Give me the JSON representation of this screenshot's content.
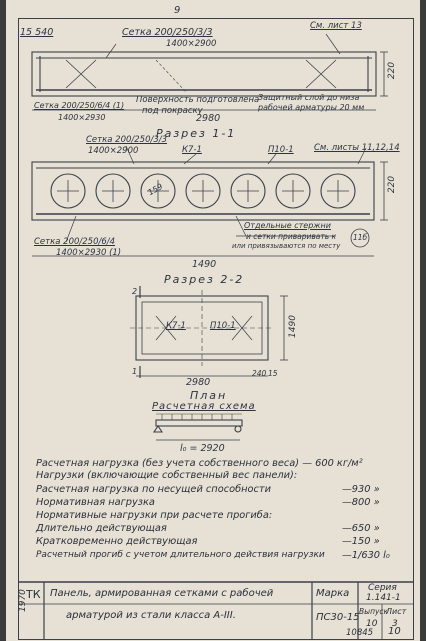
{
  "page_number": "9",
  "section1": {
    "dim_left": "15 540",
    "mesh_top": "Сетка 200/250/3/3",
    "mesh_top_size": "1400×2900",
    "see_sheet": "См. лист 13",
    "mesh_bottom": "Сетка 200/250/6/4 (1)",
    "mesh_bottom_size": "1400×2930",
    "surface_note_1": "Поверхность подготовлена",
    "surface_note_2": "под покраску",
    "cover_note_1": "Защитный слой до низа",
    "cover_note_2": "рабочей арматуры 20 мм",
    "width": "2980",
    "height": "220",
    "title": "Разрез 1-1"
  },
  "section2": {
    "mesh_top": "Сетка 200/250/3/3",
    "mesh_top_size": "1400×2900",
    "frame_k7": "К7-1",
    "loop_p10": "П10-1",
    "see_sheets": "См. листы 11,12,14",
    "void_dia": "159",
    "rod_note_1": "Отдельные стержни",
    "rod_note_2": "и сетки приваривать к",
    "rod_note_3": "или привязываются по месту",
    "rod_note_num": "11б",
    "mesh_bottom": "Сетка 200/250/6/4",
    "mesh_bottom_size": "1400×2930 (1)",
    "width": "1490",
    "height": "220",
    "title": "Разрез 2-2"
  },
  "plan": {
    "mark_2": "2",
    "mark_1": "1",
    "frame_k7": "К7-1",
    "loop_p10": "П10-1",
    "width": "2980",
    "height": "1490",
    "edge": "240",
    "edge2": "15",
    "title": "План"
  },
  "scheme": {
    "title": "Расчетная схема",
    "span": "l₀ = 2920"
  },
  "loads": [
    {
      "text": "Расчетная нагрузка (без учета собственного веса) — 600 кг/м²",
      "value": ""
    },
    {
      "text": "Нагрузки (включающие собственный вес панели):",
      "value": ""
    },
    {
      "text": "Расчетная нагрузка по несущей способности",
      "value": "—930 »"
    },
    {
      "text": "Нормативная нагрузка",
      "value": "—800 »"
    },
    {
      "text": "Нормативные нагрузки при расчете прогиба:",
      "value": ""
    },
    {
      "text": "Длительно действующая",
      "value": "—650 »"
    },
    {
      "text": "Кратковременно действующая",
      "value": "—150 »"
    },
    {
      "text": "Расчетный прогиб с учетом длительного действия нагрузки",
      "value": "—1/630 l₀"
    }
  ],
  "title_block": {
    "tk": "ТК",
    "year": "1970",
    "description_1": "Панель, армированная сетками с рабочей",
    "description_2": "арматурой из стали класса А-III.",
    "mark_label": "Марка",
    "mark_value": "ПС30-15",
    "series_label": "Серия",
    "series_value": "1.141-1",
    "issue_label": "Выпуск",
    "issue_value": "10",
    "sheet_label": "Лист",
    "sheet_value": "3",
    "code": "10845",
    "code2": "10"
  },
  "colors": {
    "paper": "#e6e1d4",
    "ink": "#2e3340"
  }
}
